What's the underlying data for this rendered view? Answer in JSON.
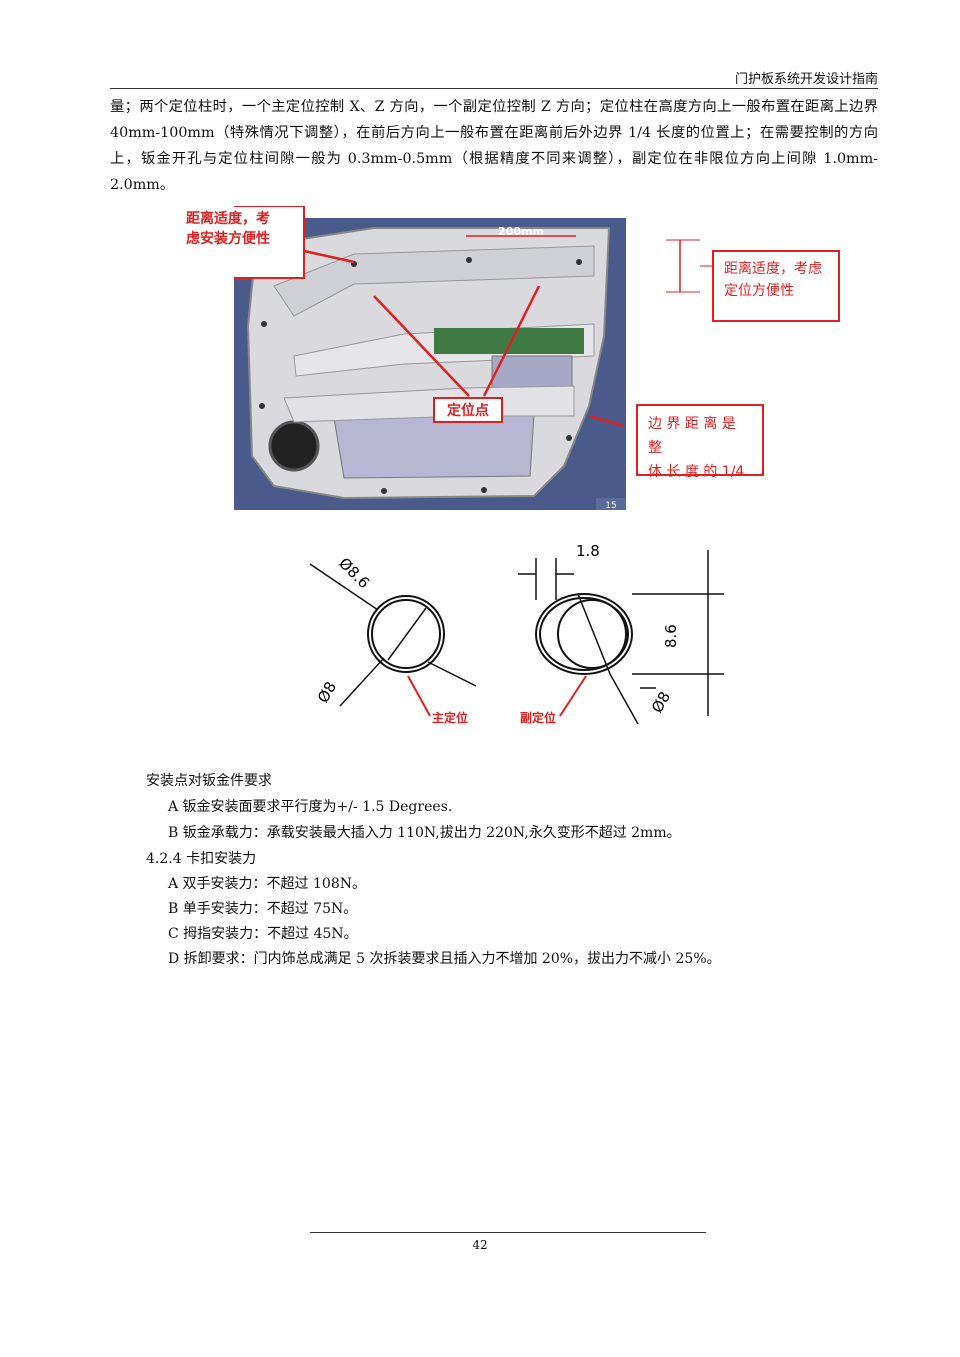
{
  "header": {
    "title": "门护板系统开发设计指南"
  },
  "body": {
    "paragraph": "量；两个定位柱时，一个主定位控制 X、Z 方向，一个副定位控制 Z 方向；定位柱在高度方向上一般布置在距离上边界 40mm-100mm（特殊情况下调整），在前后方向上一般布置在距离前后外边界 1/4 长度的位置上；在需要控制的方向上，钣金开孔与定位柱间隙一般为 0.3mm-0.5mm（根据精度不同来调整），副定位在非限位方向上间隙 1.0mm-2.0mm。"
  },
  "figure": {
    "callout_top_left": [
      "距离适度，考",
      "虑安装方便性"
    ],
    "callout_right_top": [
      "距离适度，考虑",
      "定位方便性"
    ],
    "callout_right_bottom": [
      "边 界 距 离 是 整",
      "体 长 度 的 1/4"
    ],
    "callout_center": "定位点",
    "dimension_label": "200mm",
    "corner_tag": "15"
  },
  "diagram": {
    "main_outer_dia": "Ø8.6",
    "main_inner_dia": "Ø8",
    "main_label": "主定位",
    "sub_gap": "1.8",
    "sub_height": "8.6",
    "sub_dia": "Ø8",
    "sub_label": "副定位"
  },
  "requirements": {
    "heading": "安装点对钣金件要求",
    "items": [
      "A  钣金安装面要求平行度为+/- 1.5 Degrees.",
      "B  钣金承载力：承载安装最大插入力 110N,拔出力 220N,永久变形不超过 2mm。"
    ]
  },
  "section_424": {
    "heading": "4.2.4  卡扣安装力",
    "items": [
      "A  双手安装力：不超过 108N。",
      "B  单手安装力：不超过 75N。",
      "C  拇指安装力：不超过 45N。",
      "D  拆卸要求：门内饰总成满足 5 次拆装要求且插入力不增加 20%，拔出力不减小 25%。"
    ]
  },
  "footer": {
    "page_number": "42"
  },
  "colors": {
    "figure_bg": "#4a5a8a",
    "callout_red": "#e02020",
    "panel_gray": "#d8d8dc",
    "trim_green": "#3f7a45"
  }
}
